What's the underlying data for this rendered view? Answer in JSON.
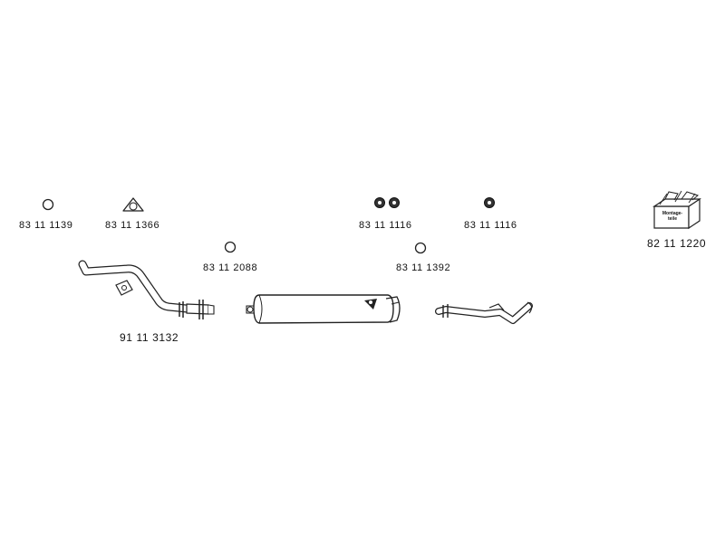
{
  "parts": {
    "ring_clamp_1": {
      "number": "83 11 1139"
    },
    "flange_gasket": {
      "number": "83 11 1366"
    },
    "ring_2088": {
      "number": "83 11 2088"
    },
    "rubber_mount_pair": {
      "number": "83 11 1116"
    },
    "rubber_mount_single": {
      "number": "83 11 1116"
    },
    "ring_1392": {
      "number": "83 11 1392"
    },
    "mounting_kit": {
      "number": "82 11 1220",
      "box_text_line1": "Montage-",
      "box_text_line2": "teile"
    },
    "front_pipe": {
      "number": "91 11 3132"
    }
  }
}
